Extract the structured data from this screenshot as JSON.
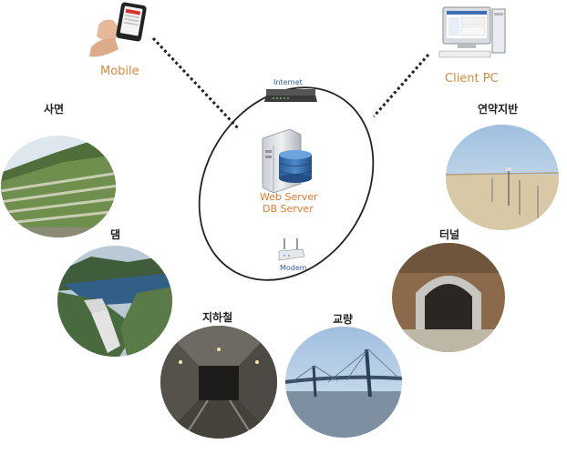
{
  "nodes": {
    "mobile": "Mobile",
    "client_pc": "Client PC",
    "internet": "Internet",
    "server_line1": "Web Server",
    "server_line2": "DB Server",
    "modem": "Modem"
  },
  "sites": {
    "slope": "사면",
    "dam": "댐",
    "subway": "지하철",
    "bridge": "교량",
    "tunnel": "터널",
    "soft_ground": "연약지반"
  },
  "colors": {
    "node_label": "#d98a3a",
    "server_label": "#e07b2e",
    "device_label": "#2f5f9e"
  }
}
